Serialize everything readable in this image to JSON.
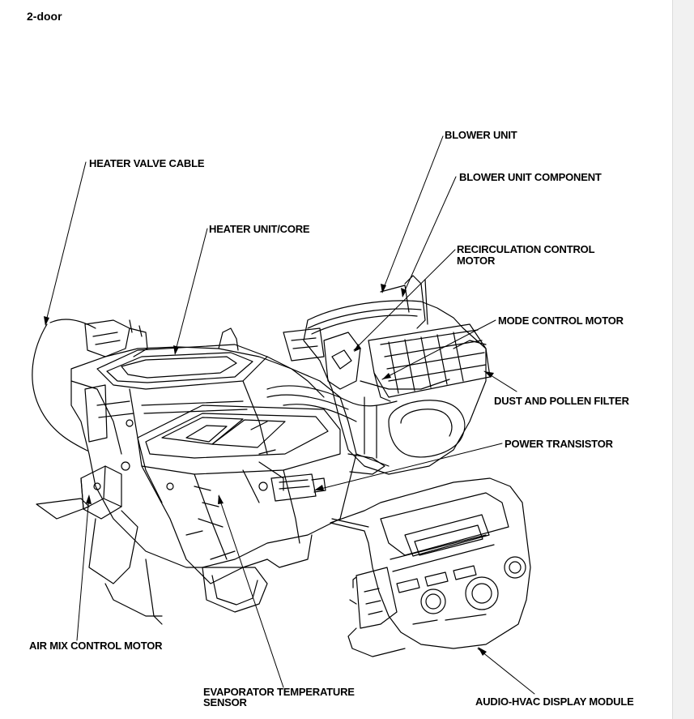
{
  "title": "2-door",
  "labels": {
    "blower_unit": "BLOWER UNIT",
    "heater_valve_cable": "HEATER VALVE CABLE",
    "blower_unit_component": "BLOWER UNIT COMPONENT",
    "heater_unit_core": "HEATER UNIT/CORE",
    "recirc_motor_line1": "RECIRCULATION CONTROL",
    "recirc_motor_line2": "MOTOR",
    "mode_control_motor": "MODE CONTROL MOTOR",
    "dust_pollen_filter": "DUST AND POLLEN FILTER",
    "power_transistor": "POWER TRANSISTOR",
    "air_mix_control_motor": "AIR MIX CONTROL MOTOR",
    "evap_sensor_line1": "EVAPORATOR TEMPERATURE",
    "evap_sensor_line2": "SENSOR",
    "audio_hvac_module": "AUDIO-HVAC DISPLAY MODULE"
  }
}
